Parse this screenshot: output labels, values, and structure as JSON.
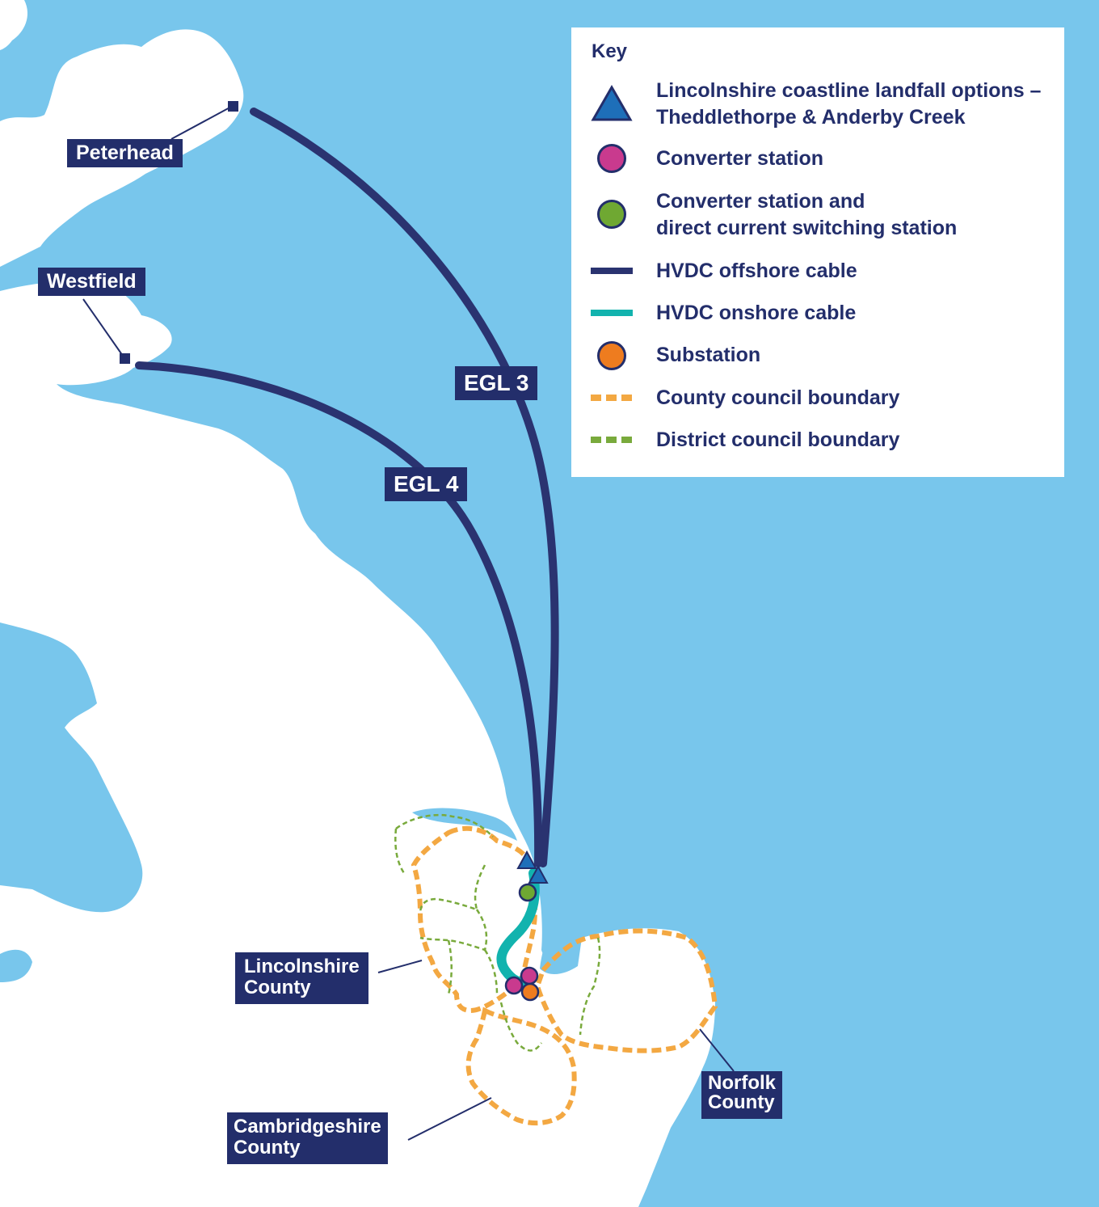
{
  "colors": {
    "sea": "#78c6ec",
    "land": "#ffffff",
    "navy": "#232e6b",
    "offshore_cable": "#2a3370",
    "onshore_cable": "#12b3ae",
    "landfall": "#1e6fb9",
    "converter": "#c93a8e",
    "converter_switching": "#6fa832",
    "substation": "#ee7c1f",
    "county_boundary": "#f3a842",
    "district_boundary": "#79aa3c"
  },
  "map": {
    "places": {
      "peterhead": "Peterhead",
      "westfield": "Westfield"
    },
    "cables": {
      "egl3": "EGL 3",
      "egl4": "EGL 4"
    },
    "counties": {
      "lincolnshire": [
        "Lincolnshire",
        "County"
      ],
      "cambridgeshire": [
        "Cambridgeshire",
        "County"
      ],
      "norfolk": [
        "Norfolk",
        "County"
      ]
    }
  },
  "key": {
    "title": "Key",
    "items": [
      {
        "icon": "triangle-icon",
        "lines": [
          "Lincolnshire coastline landfall options –",
          "Theddlethorpe & Anderby Creek"
        ]
      },
      {
        "icon": "circle-icon",
        "lines": [
          "Converter station"
        ]
      },
      {
        "icon": "circle-icon",
        "lines": [
          "Converter station and",
          "direct current switching station"
        ]
      },
      {
        "icon": "line-icon",
        "lines": [
          "HVDC offshore cable"
        ]
      },
      {
        "icon": "line-icon",
        "lines": [
          "HVDC onshore cable"
        ]
      },
      {
        "icon": "circle-icon",
        "lines": [
          "Substation"
        ]
      },
      {
        "icon": "dashed-line-icon",
        "lines": [
          "County council boundary"
        ]
      },
      {
        "icon": "dashed-line-icon",
        "lines": [
          "District council boundary"
        ]
      }
    ]
  }
}
